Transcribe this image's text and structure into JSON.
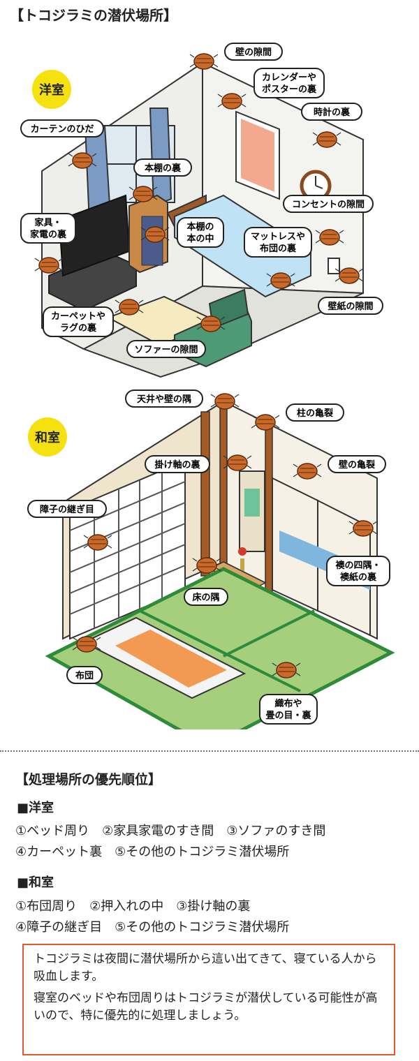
{
  "title": "【トコジラミの潜伏場所】",
  "western": {
    "badge": "洋室",
    "labels": {
      "wall_gap": "壁の隙間",
      "calendar_1": "カレンダーや",
      "calendar_2": "ポスターの裏",
      "clock": "時計の裏",
      "curtain": "カーテンのひだ",
      "shelf_back": "本棚の裏",
      "outlet": "コンセントの隙間",
      "furniture_1": "家具・",
      "furniture_2": "家電の裏",
      "books_1": "本棚の",
      "books_2": "本の中",
      "mattress_1": "マットレスや",
      "mattress_2": "布団の裏",
      "wallpaper": "壁紙の隙間",
      "carpet_1": "カーペットや",
      "carpet_2": "ラグの裏",
      "sofa": "ソファーの隙間"
    }
  },
  "japanese": {
    "badge": "和室",
    "labels": {
      "ceiling": "天井や壁の隅",
      "pillar": "柱の亀裂",
      "scroll": "掛け軸の裏",
      "wall_crack": "壁の亀裂",
      "shoji": "障子の継ぎ目",
      "fusuma_1": "襖の四隅・",
      "fusuma_2": "襖紙の裏",
      "floor_corner": "床の隅",
      "futon": "布団",
      "tatami_1": "織布や",
      "tatami_2": "畳の目・裏"
    }
  },
  "priority": {
    "heading": "【処理場所の優先順位】",
    "western_heading": "■洋室",
    "western_line1": "①ベッド周り　②家具家電のすき間　③ソファのすき間",
    "western_line2": "④カーペット裏　⑤その他のトコジラミ潜伏場所",
    "japanese_heading": "■和室",
    "japanese_line1": "①布団周り　②押入れの中　③掛け軸の裏",
    "japanese_line2": "④障子の継ぎ目　⑤その他のトコジラミ潜伏場所"
  },
  "note": {
    "p1": "トコジラミは夜間に潜伏場所から這い出てきて、寝ている人から吸血します。",
    "p2": "寝室のベッドや布団周りはトコジラミが潜伏している可能性が高いので、特に優先的に処理しましょう。"
  },
  "colors": {
    "accent_yellow": "#f4e10f",
    "bug": "#c96a2a",
    "tatami": "#a6cf7d",
    "tatami_border": "#2e8b3a",
    "note_border": "#e2592d"
  }
}
